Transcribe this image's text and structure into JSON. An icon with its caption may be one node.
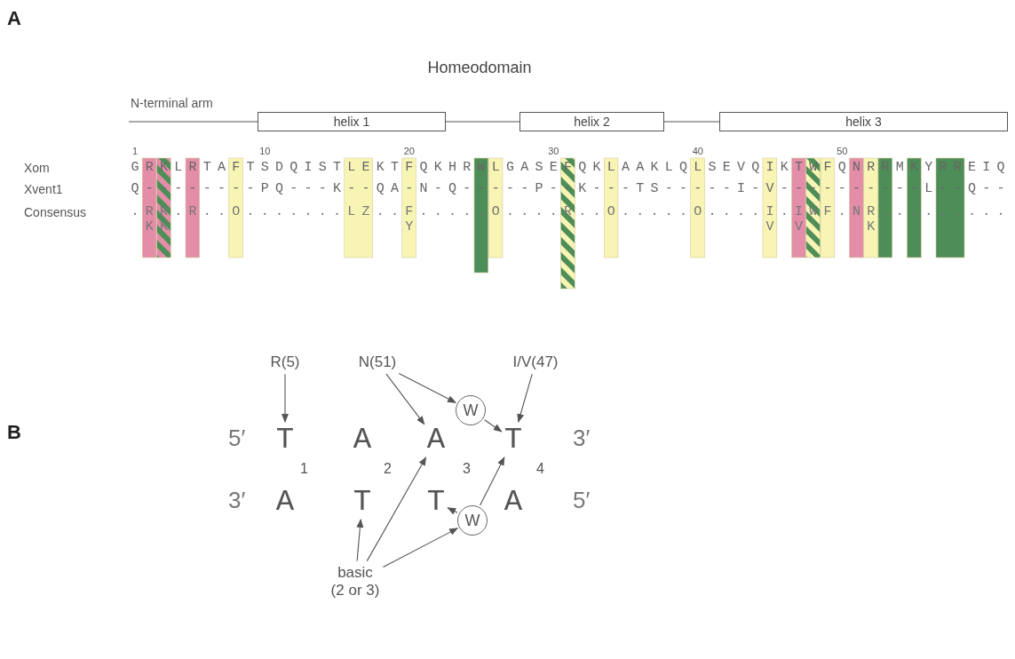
{
  "diagram": {
    "title": "Homeodomain",
    "nodes": [
      {
        "text": [
          "helix 1"
        ]
      },
      {
        "text": [
          "helix 2"
        ]
      },
      {
        "text": [
          "helix 3"
        ]
      },
      {
        "text": [
          "R(5)"
        ]
      },
      {
        "text": [
          "N(51)"
        ]
      },
      {
        "text": [
          "I/V(47)"
        ]
      },
      {
        "text": [
          "W"
        ]
      },
      {
        "text": [
          "T"
        ]
      },
      {
        "text": [
          "A"
        ]
      },
      {
        "text": [
          "A"
        ]
      },
      {
        "text": [
          "T"
        ]
      },
      {
        "text": [
          "A"
        ]
      },
      {
        "text": [
          "T"
        ]
      },
      {
        "text": [
          "T"
        ]
      },
      {
        "text": [
          "A"
        ]
      },
      {
        "text": [
          "W"
        ]
      },
      {
        "text": [
          "basic (2 or 3)"
        ]
      }
    ],
    "edges": [
      {
        "from": 0,
        "to": 1,
        "arrow": "none"
      },
      {
        "from": 1,
        "to": 2,
        "arrow": "none"
      },
      {
        "from": 3,
        "to": 7,
        "arrow": "to"
      },
      {
        "from": 4,
        "to": 9,
        "arrow": "to"
      },
      {
        "from": 4,
        "to": 6,
        "arrow": "to"
      },
      {
        "from": 6,
        "to": 10,
        "arrow": "to"
      },
      {
        "from": 5,
        "to": 10,
        "arrow": "to"
      },
      {
        "from": 16,
        "to": 12,
        "arrow": "to"
      },
      {
        "from": 16,
        "to": 9,
        "arrow": "to"
      },
      {
        "from": 16,
        "to": 15,
        "arrow": "to"
      },
      {
        "from": 15,
        "to": 13,
        "arrow": "to"
      },
      {
        "from": 15,
        "to": 10,
        "arrow": "to"
      }
    ],
    "labels": [
      "A",
      "N-terminal arm",
      "1",
      "10",
      "20",
      "30",
      "40",
      "50",
      "Xom",
      "GRKLRTAFTSDQISTLEKTFQKHRWLGASEFQKLAAKLQLSEVQIKTWFQNRRMKYRREIQ",
      "Xvent1",
      "Q--------PQ---K--QA-N-Q-----P--K---TS-----I-V----------L--Q--",
      "Consensus",
      ".RR.R..O.......LZ..F.....O....R..O.....O....I.IWF.NR.........",
      " KK                Y                        V V    K",
      "B",
      "5′",
      "3′",
      "1",
      "2",
      "3",
      "4",
      "3′",
      "5′"
    ]
  }
}
